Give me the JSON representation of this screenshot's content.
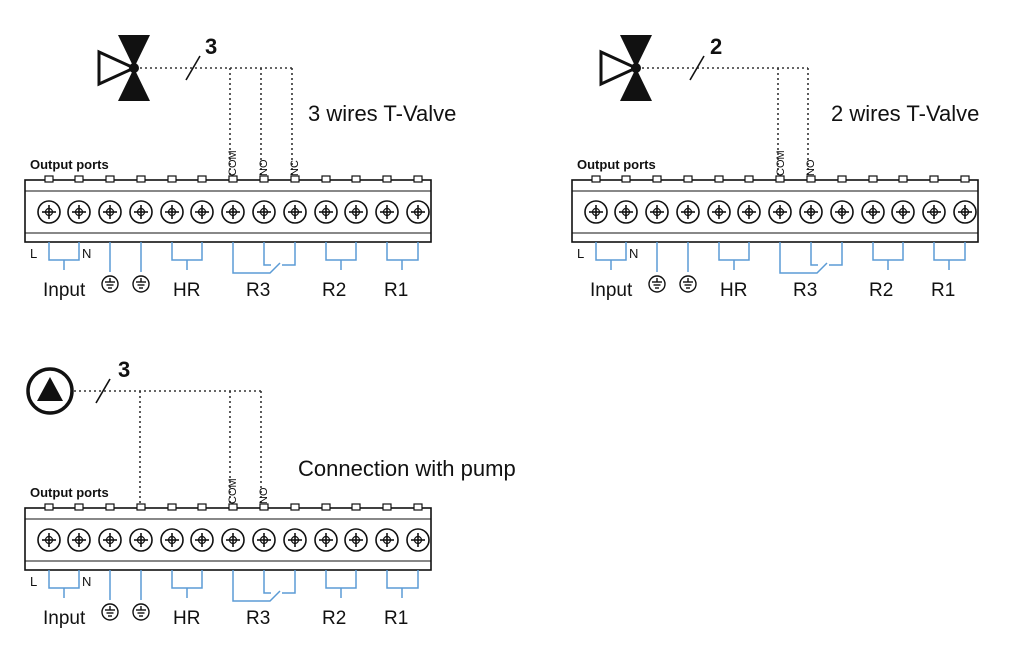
{
  "colors": {
    "ink": "#111111",
    "wire": "#5b9bd5",
    "dotted": "#333333"
  },
  "labels": {
    "output_ports": "Output ports",
    "line": "L",
    "neutral": "N",
    "input": "Input",
    "hr": "HR",
    "r3": "R3",
    "r2": "R2",
    "r1": "R1",
    "com": "COM",
    "no": "NO",
    "nc": "NC"
  },
  "diagrams": [
    {
      "caption": "3 wires T-Valve",
      "wire_count": "3",
      "device": "valve",
      "terminals": [
        "COM",
        "NO",
        "NC"
      ]
    },
    {
      "caption": "2 wires T-Valve",
      "wire_count": "2",
      "device": "valve",
      "terminals": [
        "COM",
        "NO"
      ]
    },
    {
      "caption": "Connection with pump",
      "wire_count": "3",
      "device": "pump",
      "terminals": [
        "COM",
        "NO"
      ]
    }
  ]
}
